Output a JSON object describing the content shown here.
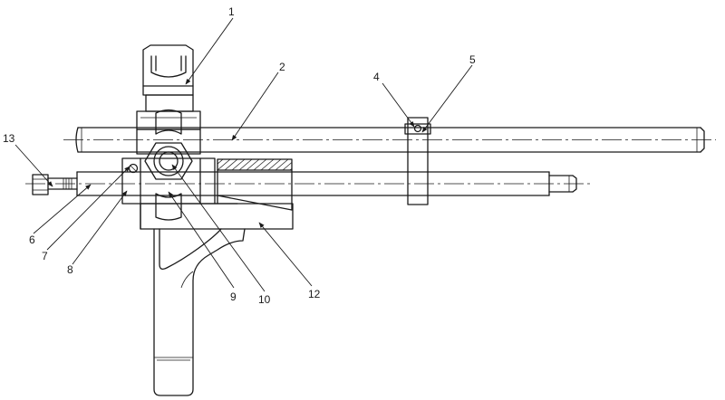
{
  "callouts": [
    {
      "id": "1",
      "text": "1"
    },
    {
      "id": "2",
      "text": "2"
    },
    {
      "id": "4",
      "text": "4"
    },
    {
      "id": "5",
      "text": "5"
    },
    {
      "id": "6",
      "text": "6"
    },
    {
      "id": "7",
      "text": "7"
    },
    {
      "id": "8",
      "text": "8"
    },
    {
      "id": "9",
      "text": "9"
    },
    {
      "id": "10",
      "text": "10"
    },
    {
      "id": "12",
      "text": "12"
    },
    {
      "id": "13",
      "text": "13"
    }
  ],
  "colors": {
    "ink": "#1a1a1a",
    "background": "#ffffff"
  }
}
